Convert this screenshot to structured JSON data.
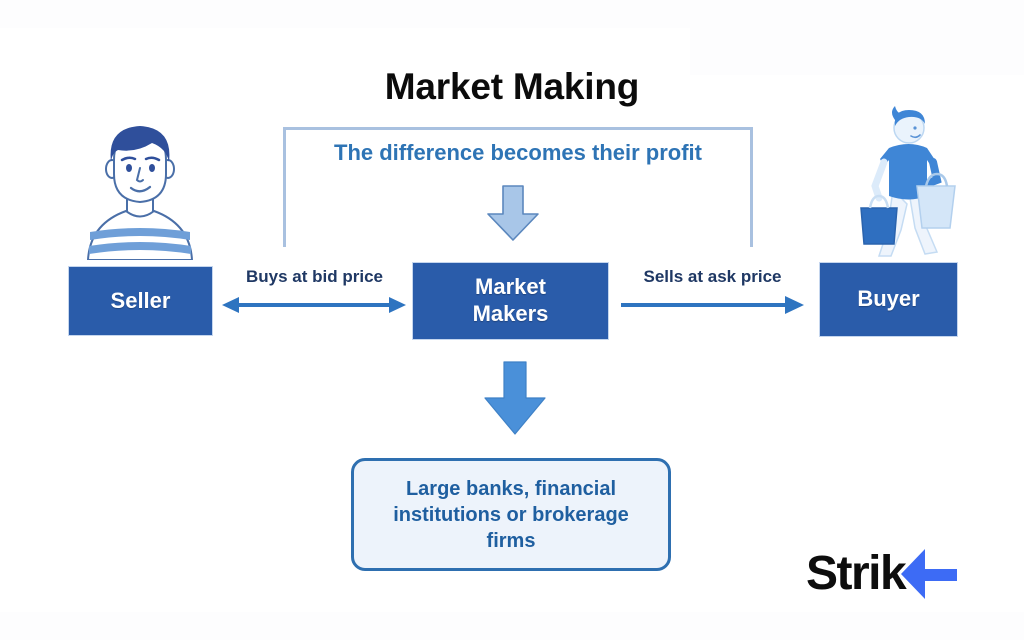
{
  "title": "Market Making",
  "bracket": {
    "profit_caption": "The difference becomes their profit"
  },
  "flow": {
    "seller_label": "Seller",
    "market_makers_label": "Market\nMakers",
    "market_makers_line1": "Market",
    "market_makers_line2": "Makers",
    "buyer_label": "Buyer",
    "bid_label": "Buys at bid price",
    "ask_label": "Sells at ask price"
  },
  "institutions": {
    "label": "Large banks, financial institutions or brokerage firms"
  },
  "icons": {
    "seller_avatar": "man-portrait-icon",
    "buyer_avatar": "shopper-walking-with-bags-icon",
    "profit_arrow": "arrow-down-icon",
    "market_makers_arrow": "arrow-down-icon",
    "bid_arrow": "arrow-left-right-icon",
    "ask_arrow": "arrow-right-icon",
    "logo_mark": "strike-chevron-icon"
  },
  "logo": {
    "text": "Strik",
    "full_name": "Strike"
  },
  "colors": {
    "box_blue": "#2a5caa",
    "accent_blue": "#4a90d9",
    "pale_blue": "#a8c6e8",
    "bracket_blue": "#a9c1e0",
    "caption_blue": "#2e74b5",
    "label_navy": "#1f3864",
    "institution_fill": "#edf3fb",
    "institution_border": "#2e6fb0",
    "institution_text": "#1f5fa0",
    "logo_black": "#0d0d0d",
    "logo_blue": "#3d6bf5",
    "background": "#ffffff"
  }
}
